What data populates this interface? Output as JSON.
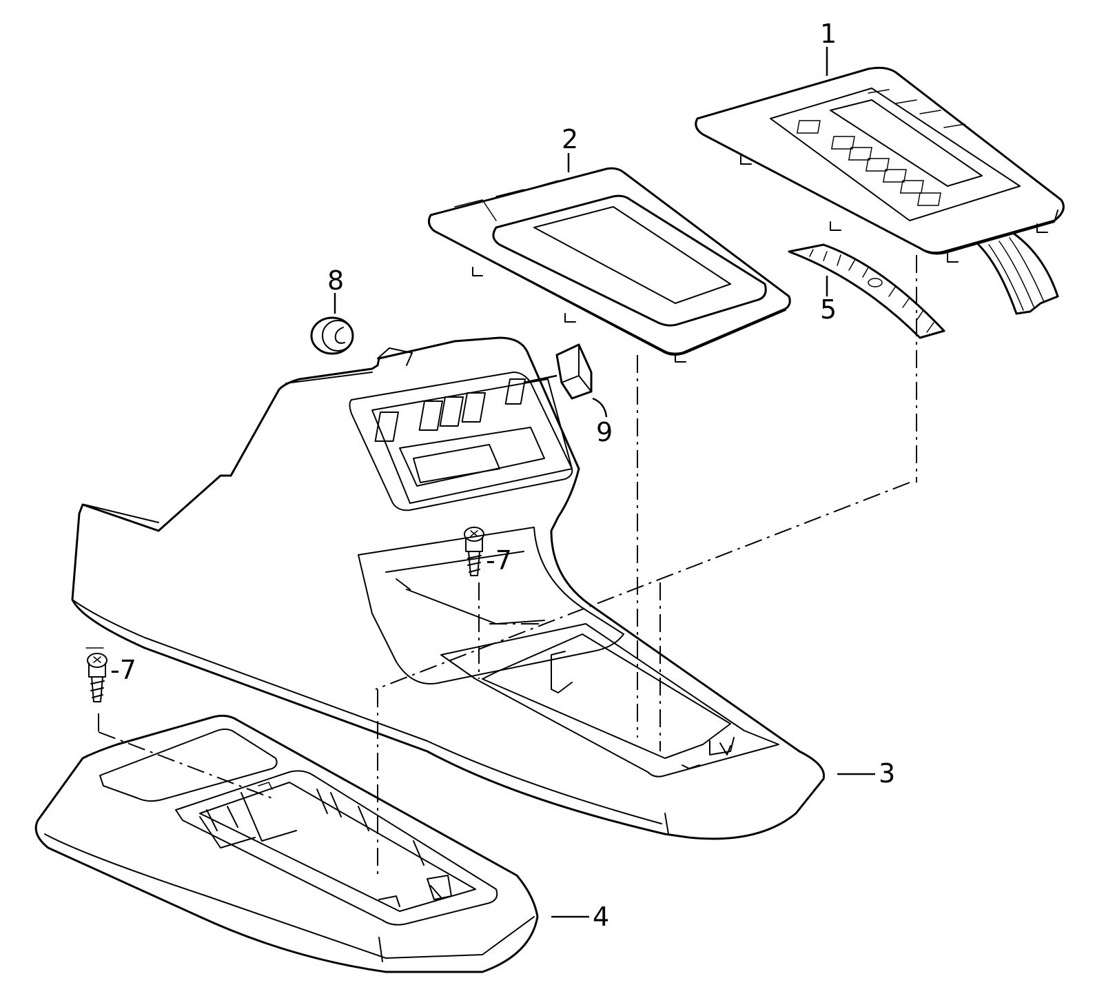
{
  "callouts": {
    "c1": "1",
    "c2": "2",
    "c3": "3",
    "c4": "4",
    "c5": "5",
    "c7a": "-7",
    "c7b": "-7",
    "c8": "8",
    "c9": "9"
  },
  "colors": {
    "line": "#000000",
    "background": "#ffffff"
  }
}
